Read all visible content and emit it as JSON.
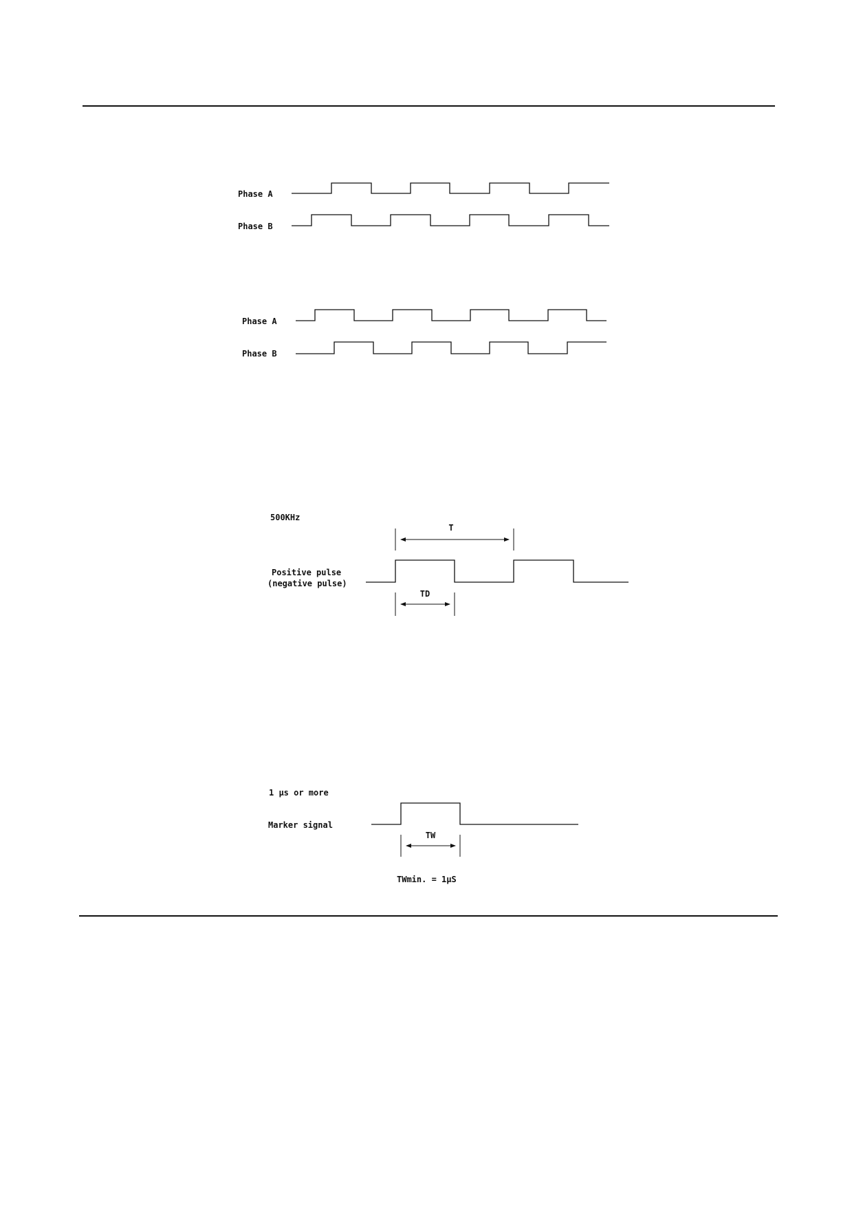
{
  "quadrature_1": {
    "phase_a_label": "Phase A",
    "phase_b_label": "Phase B"
  },
  "quadrature_2": {
    "phase_a_label": "Phase A",
    "phase_b_label": "Phase B"
  },
  "pulse_timing": {
    "frequency_label": "500KHz",
    "period_label": "T",
    "signal_label_line1": "Positive pulse",
    "signal_label_line2": "(negative pulse)",
    "width_label": "TD"
  },
  "marker_timing": {
    "min_label": "1  μs or more",
    "signal_label": "Marker signal",
    "width_label": "TW",
    "spec_label": "TWmin. =  1μS"
  }
}
